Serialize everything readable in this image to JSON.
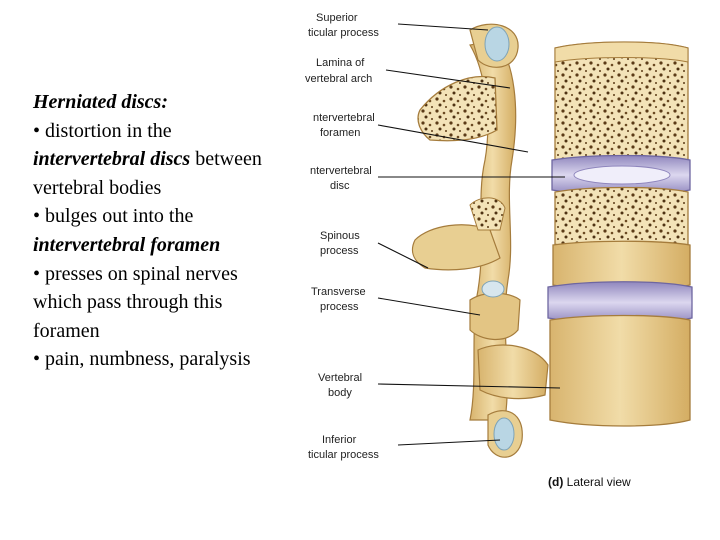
{
  "text_block": {
    "title": "Herniated discs:",
    "bullet1_a": "• distortion in the",
    "bullet1_b_em": "intervertebral discs",
    "bullet1_b_rest": " between",
    "bullet1_c": "vertebral bodies",
    "bullet2_a": "• bulges out into the",
    "bullet2_b_em": "intervertebral foramen",
    "bullet3_a": "• presses on spinal nerves",
    "bullet3_b": "which pass through this",
    "bullet3_c": "foramen",
    "bullet4": "• pain, numbness, paralysis"
  },
  "labels": {
    "superior_1": "Superior",
    "superior_2": "ticular process",
    "lamina_1": "Lamina of",
    "lamina_2": "vertebral arch",
    "foramen_1": "ntervertebral",
    "foramen_2": "foramen",
    "disc_1": "ntervertebral",
    "disc_2": "disc",
    "spinous_1": "Spinous",
    "spinous_2": "process",
    "transverse_1": "Transverse",
    "transverse_2": "process",
    "body_1": "Vertebral",
    "body_2": "body",
    "inferior_1": "Inferior",
    "inferior_2": "ticular process"
  },
  "caption": {
    "letter": "(d)",
    "text": " Lateral view"
  },
  "colors": {
    "bone": "#ecd39a",
    "bone_dark": "#c99e55",
    "disc": "#9a8fc4",
    "disc_light": "#d9d3ee",
    "cartilage": "#b9d6e4",
    "spongy": "#5b3b17"
  }
}
